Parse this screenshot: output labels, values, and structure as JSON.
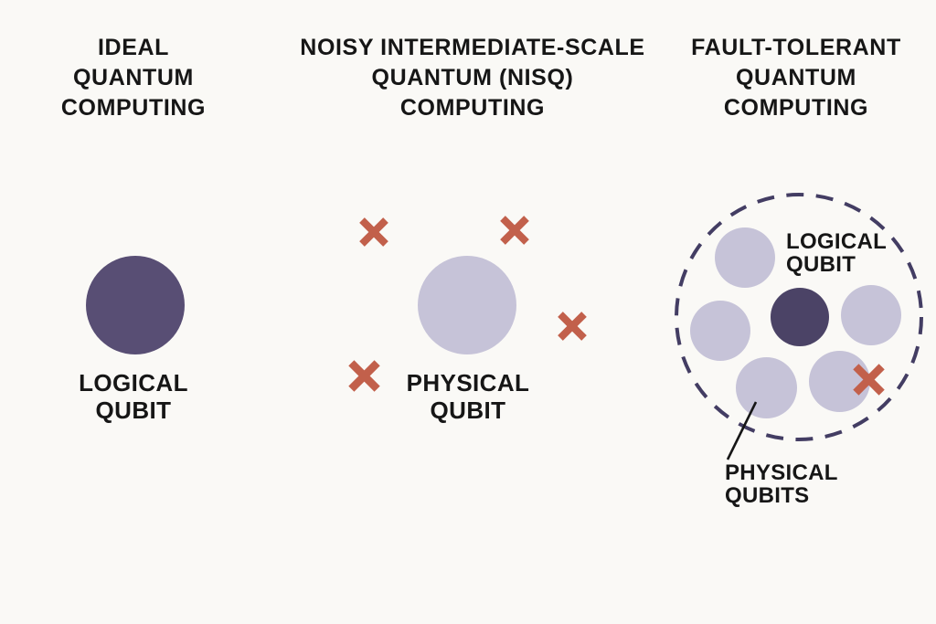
{
  "colors": {
    "background": "#faf9f6",
    "text": "#161616",
    "logical_qubit_fill": "#584e74",
    "physical_qubit_fill": "#c6c3d8",
    "encoded_qubit_fill": "#4b4366",
    "dashed_outline": "#433d63",
    "error_x": "#c2604b",
    "leader_line": "#161616"
  },
  "panels": [
    {
      "title": "IDEAL\nQUANTUM\nCOMPUTING",
      "label": "LOGICAL\nQUBIT"
    },
    {
      "title": "NOISY INTERMEDIATE-SCALE\nQUANTUM (NISQ)\nCOMPUTING",
      "label": "PHYSICAL\nQUBIT"
    },
    {
      "title": "FAULT-TOLERANT\nQUANTUM\nCOMPUTING",
      "labels": {
        "logical": "LOGICAL\nQUBIT",
        "physical": "PHYSICAL\nQUBITS"
      }
    }
  ]
}
